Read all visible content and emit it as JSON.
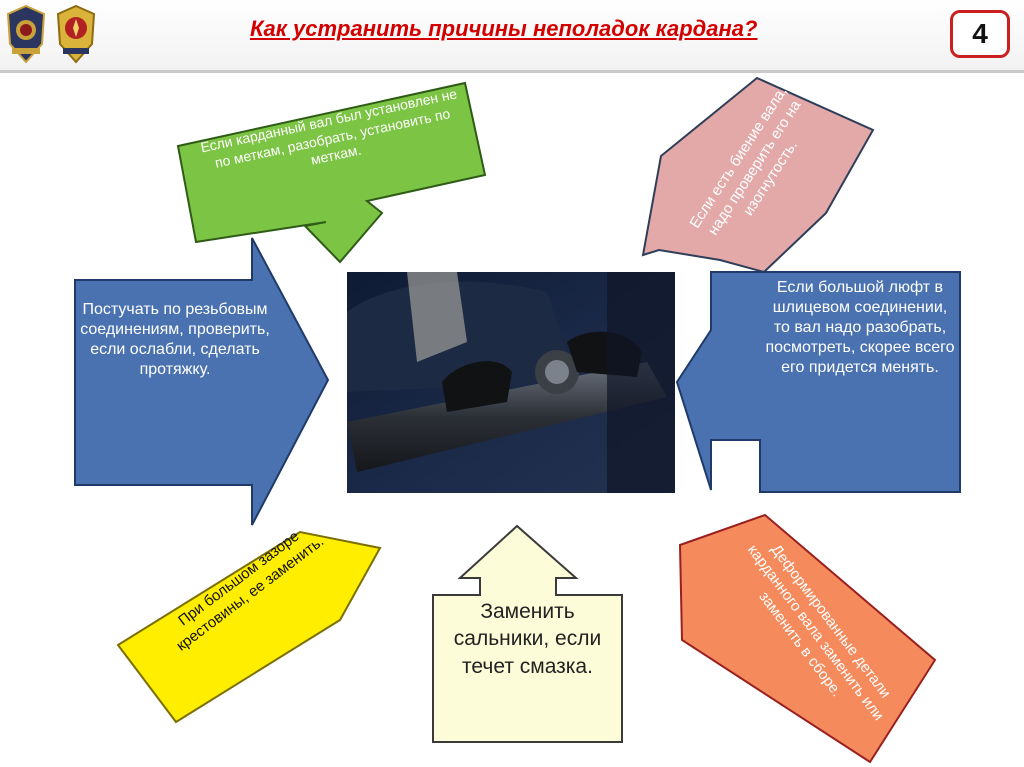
{
  "header": {
    "title": "Как устранить причины неполадок кардана?",
    "page_number": "4"
  },
  "blocks": {
    "green": "Если карданный вал был установлен не по меткам, разобрать, установить по меткам.",
    "pink": "Если есть биение вала, надо проверить его на изогнутость.",
    "blue_left": "Постучать по резьбовым соединениям, проверить, если ослабли, сделать протяжку.",
    "blue_right": "Если большой люфт в шлицевом соединении, то вал надо разобрать, посмотреть, скорее всего его придется менять.",
    "yellow": "При большом зазоре крестовины, ее заменить.",
    "cream": "Заменить сальники, если течет смазка.",
    "orange": "Деформированные детали карданного вала заменить или заменить в сборе."
  },
  "colors": {
    "title": "#d40000",
    "green": "#7cc444",
    "pink": "#e3a9a9",
    "blue": "#4a72b0",
    "yellow": "#ffee00",
    "cream": "#fdfcd8",
    "orange": "#f58a5c",
    "badge_border": "#cc1f1f"
  }
}
